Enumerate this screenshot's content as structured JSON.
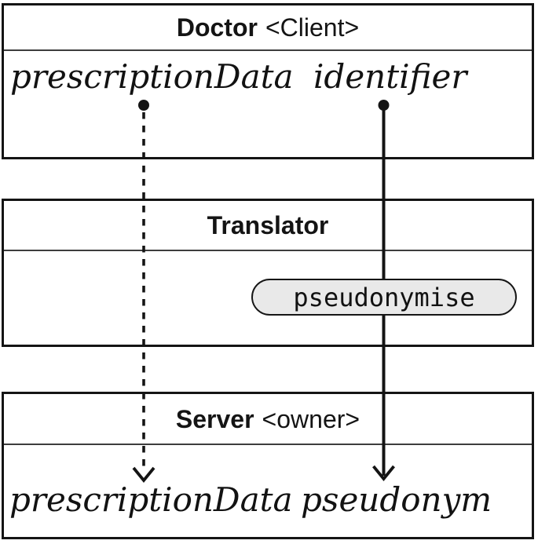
{
  "nodes": {
    "doctor": {
      "name": "Doctor",
      "stereotype": "<Client>",
      "ports": [
        "prescriptionData",
        "identifier"
      ]
    },
    "translator": {
      "name": "Translator",
      "operation": "pseudonymise"
    },
    "server": {
      "name": "Server",
      "stereotype": "<owner>",
      "ports": [
        "prescriptionData",
        "pseudonym"
      ]
    }
  },
  "edges": [
    {
      "from": "Doctor.prescriptionData",
      "to": "Server.prescriptionData",
      "style": "dashed-arrow"
    },
    {
      "from": "Doctor.identifier",
      "via": "Translator.pseudonymise",
      "to": "Server.pseudonym",
      "style": "solid-arrow"
    }
  ],
  "colors": {
    "ink": "#141414",
    "pill_fill": "#e9e9e9",
    "background": "#ffffff"
  }
}
